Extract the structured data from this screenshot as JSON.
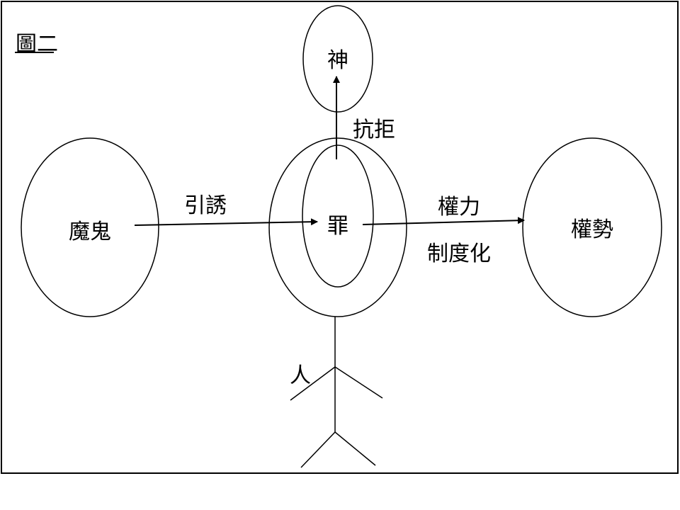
{
  "figure_label": "圖二",
  "nodes": {
    "god": "神",
    "devil": "魔鬼",
    "sin": "罪",
    "powers": "權勢",
    "person": "人"
  },
  "edges": {
    "resist": "抗拒",
    "tempt": "引誘",
    "power": "權力",
    "institutionalize": "制度化"
  }
}
